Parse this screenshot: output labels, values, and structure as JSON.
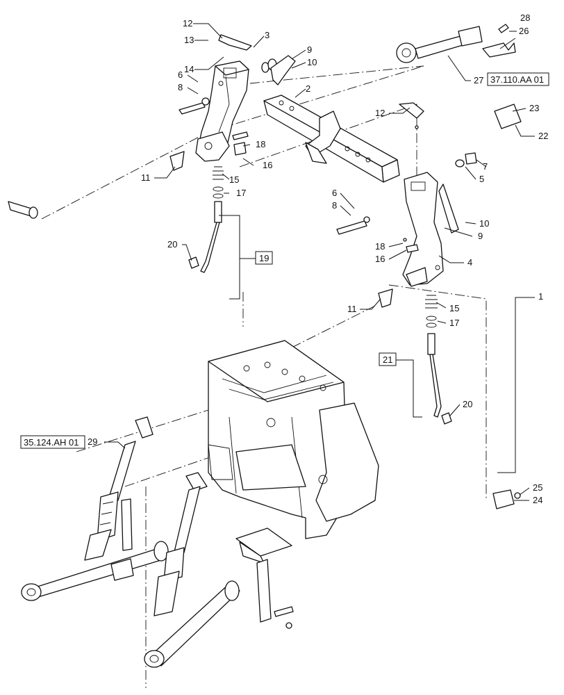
{
  "callouts": {
    "c1": "1",
    "c2": "2",
    "c3": "3",
    "c4": "4",
    "c5": "5",
    "c6a": "6",
    "c6b": "6",
    "c7": "7",
    "c8a": "8",
    "c8b": "8",
    "c9a": "9",
    "c9b": "9",
    "c10a": "10",
    "c10b": "10",
    "c11a": "11",
    "c11b": "11",
    "c12a": "12",
    "c12b": "12",
    "c13": "13",
    "c14": "14",
    "c15a": "15",
    "c15b": "15",
    "c16a": "16",
    "c16b": "16",
    "c17a": "17",
    "c17b": "17",
    "c18a": "18",
    "c18b": "18",
    "c19": "19",
    "c20a": "20",
    "c20b": "20",
    "c21": "21",
    "c22": "22",
    "c23": "23",
    "c24": "24",
    "c25": "25",
    "c26": "26",
    "c27": "27",
    "c28": "28",
    "c29": "29"
  },
  "references": {
    "ref_top_link": "37.110.AA 01",
    "ref_lift_rod": "35.124.AH 01"
  }
}
